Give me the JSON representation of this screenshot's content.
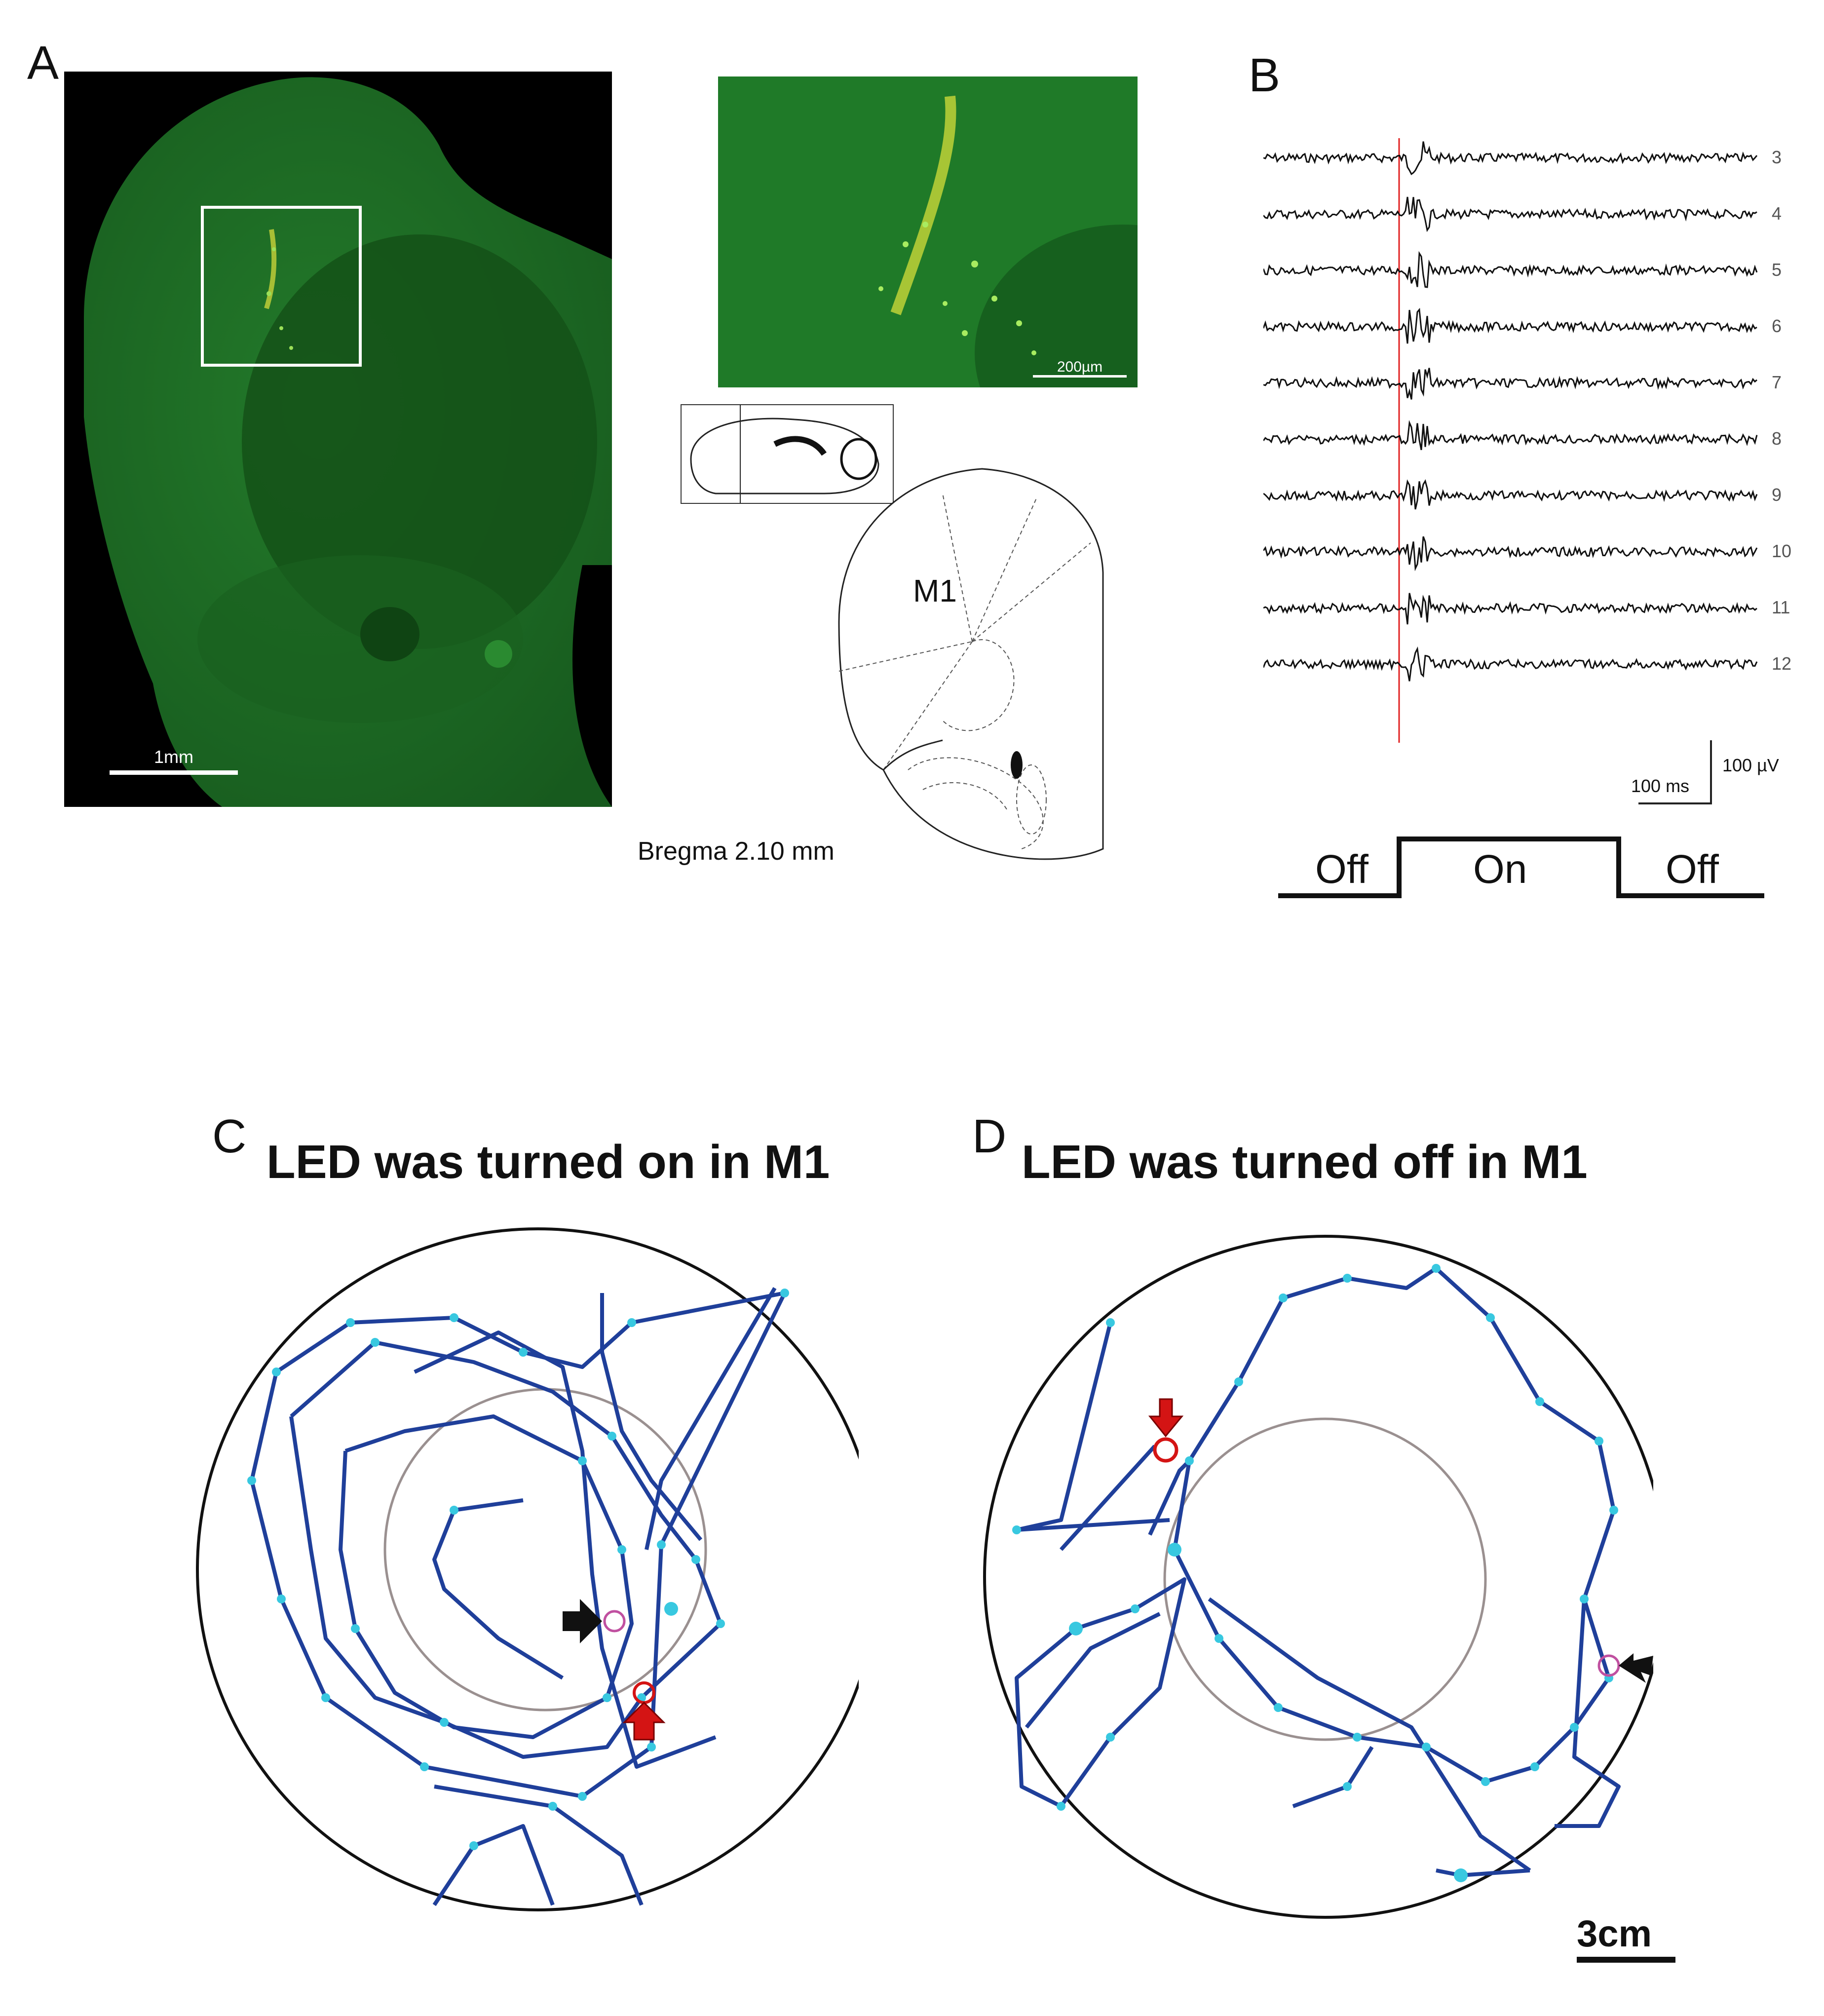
{
  "panels": {
    "A": {
      "letter": "A",
      "scale_bar_main": "1mm",
      "scale_bar_zoom": "200µm",
      "region_label": "M1",
      "bregma": "Bregma 2.10 mm"
    },
    "B": {
      "letter": "B",
      "channels": [
        "3",
        "4",
        "5",
        "6",
        "7",
        "8",
        "9",
        "10",
        "11",
        "12"
      ],
      "scale_time": "100 ms",
      "scale_voltage": "100 µV",
      "stim_labels": [
        "Off",
        "On",
        "Off"
      ]
    },
    "C": {
      "letter": "C",
      "title": "LED was turned on in M1"
    },
    "D": {
      "letter": "D",
      "title": "LED was turned off in M1",
      "scale_bar": "3cm"
    }
  },
  "colors": {
    "fluorescence_bg": "#1c6a22",
    "trace_red": "#e02020",
    "track_blue": "#1f3f9a",
    "track_points": "#38c8e0",
    "arrow_red": "#d41414",
    "marker_magenta": "#c050a0",
    "inner_circle": "#9a9090"
  }
}
